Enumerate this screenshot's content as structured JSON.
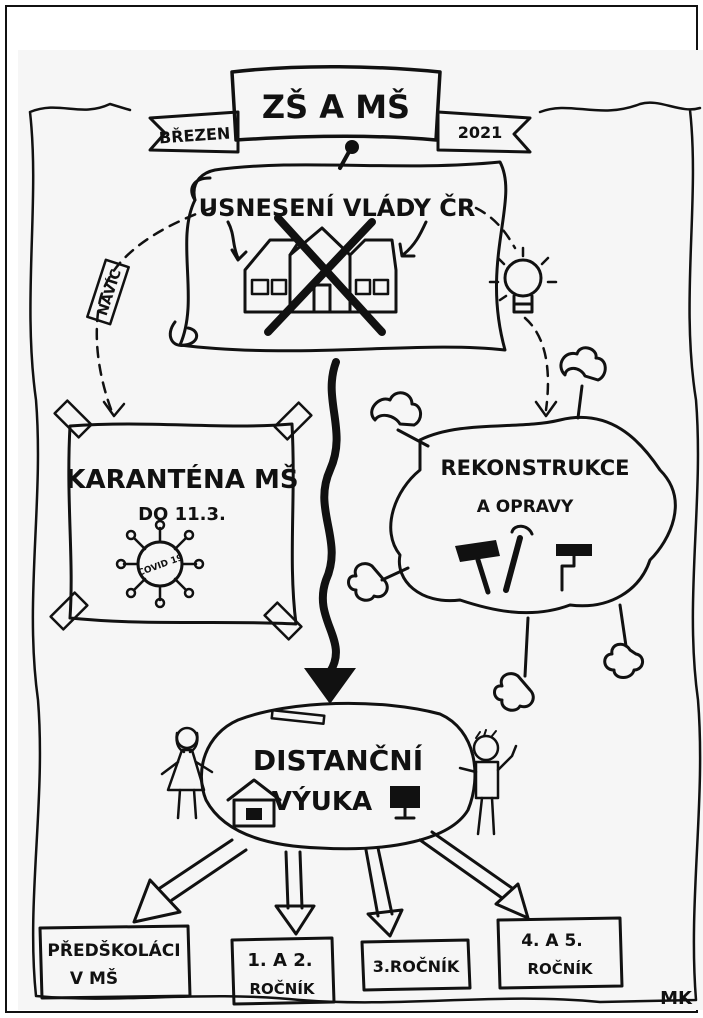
{
  "banner": {
    "title": "ZŠ A MŠ",
    "month": "BŘEZEN",
    "year": "2021"
  },
  "scroll": {
    "title": "USNESENÍ VLÁDY ČR"
  },
  "left_flow": {
    "label": "NAVÍC"
  },
  "quarantine": {
    "line1": "KARANTÉNA MŠ",
    "line2": "DO 11.3.",
    "virus_text": "COVID 19"
  },
  "reconstruction": {
    "line1": "REKONSTRUKCE",
    "line2": "A OPRAVY"
  },
  "distance": {
    "line1": "DISTANČNÍ",
    "line2": "VÝUKA"
  },
  "groups": [
    {
      "line1": "PŘEDŠKOLÁCI",
      "line2": "V MŠ"
    },
    {
      "line1": "1. A 2.",
      "line2": "ROČNÍK"
    },
    {
      "line1": "3.ROČNÍK",
      "line2": ""
    },
    {
      "line1": "4. A 5.",
      "line2": "ROČNÍK"
    }
  ],
  "signature": "MK",
  "colors": {
    "ink": "#111111",
    "paper": "#f4f4f4"
  }
}
